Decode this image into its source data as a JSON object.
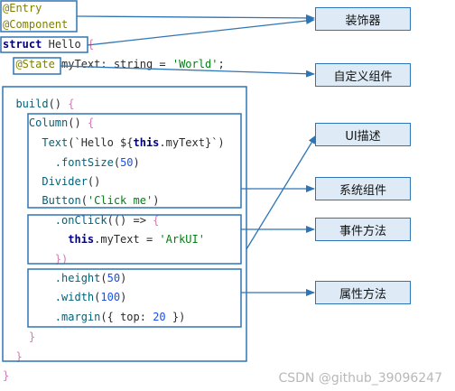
{
  "code": [
    {
      "segments": [
        {
          "t": "@Entry",
          "k": "deco"
        }
      ]
    },
    {
      "segments": [
        {
          "t": "@Component",
          "k": "deco"
        }
      ]
    },
    {
      "segments": [
        {
          "t": "struct",
          "k": "kw"
        },
        {
          "t": " ",
          "k": "plain"
        },
        {
          "t": "Hello",
          "k": "plain"
        },
        {
          "t": " {",
          "k": "brace"
        }
      ]
    },
    {
      "segments": [
        {
          "t": "  ",
          "k": "plain"
        },
        {
          "t": "@State",
          "k": "deco"
        },
        {
          "t": " myText: string = ",
          "k": "plain"
        },
        {
          "t": "'World'",
          "k": "str"
        },
        {
          "t": ";",
          "k": "punct"
        }
      ]
    },
    {
      "segments": []
    },
    {
      "segments": [
        {
          "t": "  build",
          "k": "fn"
        },
        {
          "t": "() ",
          "k": "punct"
        },
        {
          "t": "{",
          "k": "brace"
        }
      ]
    },
    {
      "segments": [
        {
          "t": "    Column",
          "k": "fn"
        },
        {
          "t": "() ",
          "k": "punct"
        },
        {
          "t": "{",
          "k": "brace"
        }
      ]
    },
    {
      "segments": [
        {
          "t": "      Text",
          "k": "fn"
        },
        {
          "t": "(`Hello ${",
          "k": "plain"
        },
        {
          "t": "this",
          "k": "kw"
        },
        {
          "t": ".myText}`)",
          "k": "plain"
        }
      ]
    },
    {
      "segments": [
        {
          "t": "        .fontSize",
          "k": "fn"
        },
        {
          "t": "(",
          "k": "punct"
        },
        {
          "t": "50",
          "k": "num"
        },
        {
          "t": ")",
          "k": "punct"
        }
      ]
    },
    {
      "segments": [
        {
          "t": "      Divider",
          "k": "fn"
        },
        {
          "t": "()",
          "k": "punct"
        }
      ]
    },
    {
      "segments": [
        {
          "t": "      Button",
          "k": "fn"
        },
        {
          "t": "(",
          "k": "punct"
        },
        {
          "t": "'Click me'",
          "k": "str"
        },
        {
          "t": ")",
          "k": "punct"
        }
      ]
    },
    {
      "segments": [
        {
          "t": "        .onClick",
          "k": "fn"
        },
        {
          "t": "(() => ",
          "k": "punct"
        },
        {
          "t": "{",
          "k": "brace"
        }
      ]
    },
    {
      "segments": [
        {
          "t": "          ",
          "k": "plain"
        },
        {
          "t": "this",
          "k": "kw"
        },
        {
          "t": ".myText = ",
          "k": "plain"
        },
        {
          "t": "'ArkUI'",
          "k": "str"
        }
      ]
    },
    {
      "segments": [
        {
          "t": "        })",
          "k": "brace"
        }
      ]
    },
    {
      "segments": [
        {
          "t": "        .height",
          "k": "fn"
        },
        {
          "t": "(",
          "k": "punct"
        },
        {
          "t": "50",
          "k": "num"
        },
        {
          "t": ")",
          "k": "punct"
        }
      ]
    },
    {
      "segments": [
        {
          "t": "        .width",
          "k": "fn"
        },
        {
          "t": "(",
          "k": "punct"
        },
        {
          "t": "100",
          "k": "num"
        },
        {
          "t": ")",
          "k": "punct"
        }
      ]
    },
    {
      "segments": [
        {
          "t": "        .margin",
          "k": "fn"
        },
        {
          "t": "({ ",
          "k": "punct"
        },
        {
          "t": "top",
          "k": "plain"
        },
        {
          "t": ": ",
          "k": "punct"
        },
        {
          "t": "20",
          "k": "num"
        },
        {
          "t": " })",
          "k": "punct"
        }
      ]
    },
    {
      "segments": [
        {
          "t": "    }",
          "k": "brace"
        }
      ]
    },
    {
      "segments": [
        {
          "t": "  }",
          "k": "brace"
        }
      ]
    },
    {
      "segments": [
        {
          "t": "}",
          "k": "brace"
        }
      ]
    }
  ],
  "labels": {
    "decorator": "装饰器",
    "custom_component": "自定义组件",
    "ui_description": "UI描述",
    "system_component": "系统组件",
    "event_method": "事件方法",
    "attribute_method": "属性方法"
  },
  "watermark": "CSDN @github_39096247",
  "colors": {
    "accent": "#2e75b6",
    "label_fill": "#deebf7"
  }
}
